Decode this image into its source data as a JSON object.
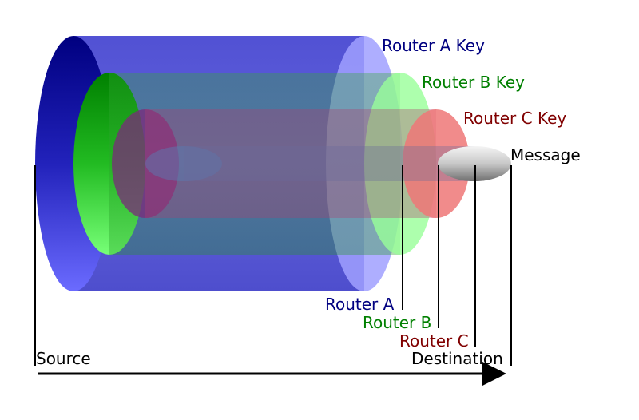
{
  "labels": {
    "key_a": "Router A Key",
    "key_b": "Router B Key",
    "key_c": "Router C Key",
    "message": "Message",
    "router_a": "Router A",
    "router_b": "Router B",
    "router_c": "Router C",
    "source": "Source",
    "destination": "Destination"
  },
  "colors": {
    "layer_a": "#2a2ad0",
    "layer_b": "#33cc33",
    "layer_c": "#dd3333",
    "text_a": "#000080",
    "text_b": "#008000",
    "text_c": "#800000",
    "text_default": "#000000"
  }
}
